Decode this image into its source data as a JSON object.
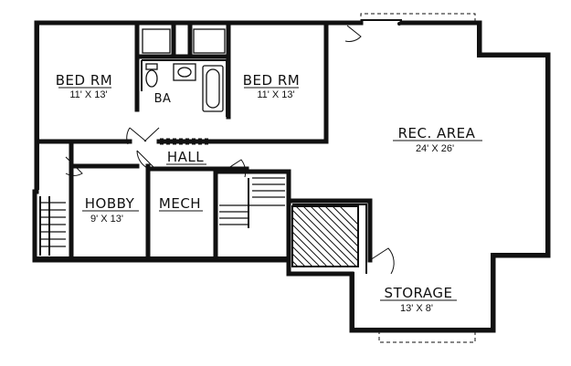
{
  "plan": {
    "rooms": [
      {
        "id": "bed-rm-left",
        "name": "BED RM",
        "dims": "11' X 13'"
      },
      {
        "id": "bath",
        "name": "BA",
        "dims": ""
      },
      {
        "id": "bed-rm-right",
        "name": "BED RM",
        "dims": "11' X 13'"
      },
      {
        "id": "rec-area",
        "name": "REC. AREA",
        "dims": "24' X 26'"
      },
      {
        "id": "hall",
        "name": "HALL",
        "dims": ""
      },
      {
        "id": "hobby",
        "name": "HOBBY",
        "dims": "9' X 13'"
      },
      {
        "id": "mech",
        "name": "MECH",
        "dims": ""
      },
      {
        "id": "storage",
        "name": "STORAGE",
        "dims": "13' X 8'"
      }
    ]
  }
}
